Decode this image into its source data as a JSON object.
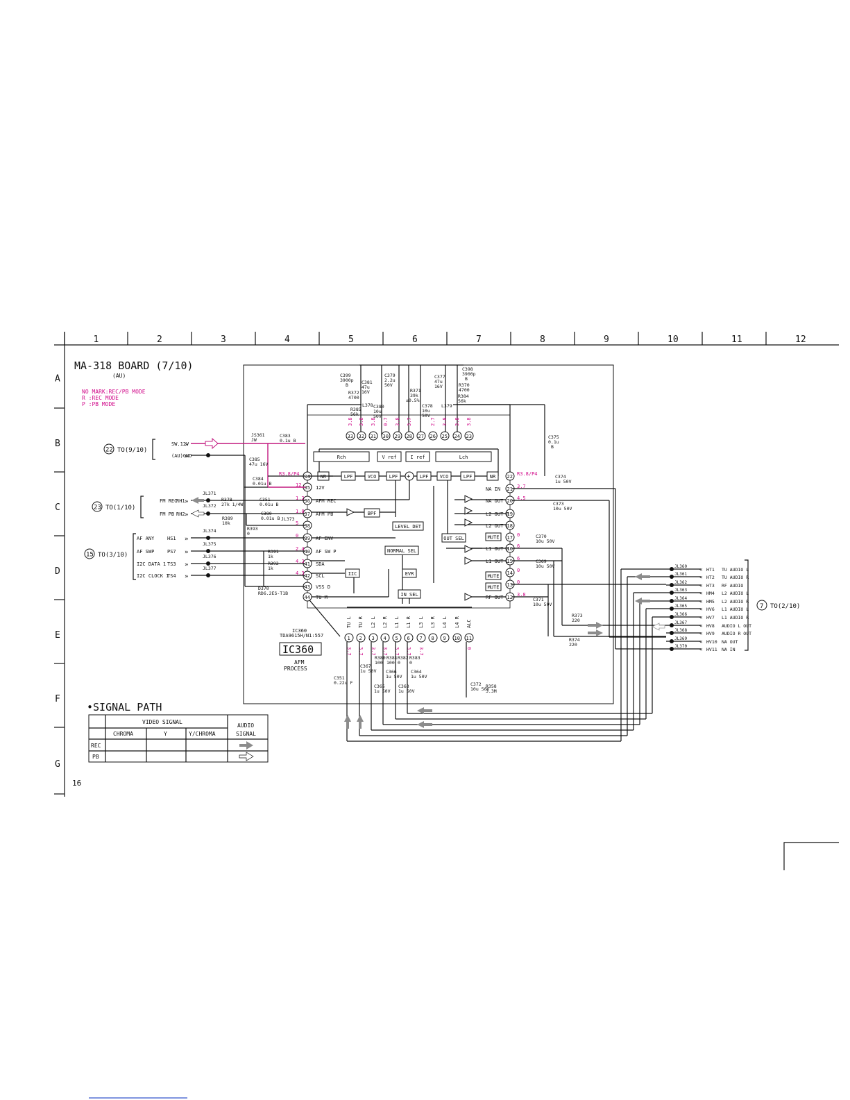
{
  "grid": {
    "columns": [
      "1",
      "2",
      "3",
      "4",
      "5",
      "6",
      "7",
      "8",
      "9",
      "10",
      "11",
      "12"
    ],
    "rows": [
      "A",
      "B",
      "C",
      "D",
      "E",
      "F",
      "G"
    ]
  },
  "title": {
    "board": "MA-318 BOARD (7/10)",
    "variant": "(AU)",
    "page_number": "16"
  },
  "mode_legend": [
    "NO MARK:REC/PB MODE",
    "R  :REC MODE",
    "P  :PB MODE"
  ],
  "ic": {
    "ref": "IC360",
    "part": "TDA9615H/N1:557",
    "label": "IC360",
    "function_line1": "AFM",
    "function_line2": "PROCESS"
  },
  "left_connectors": [
    {
      "target": "TO(9/10)",
      "circle": "22",
      "pins": [
        {
          "signal": "SW.12V",
          "net": ""
        },
        {
          "signal": "(AU)GND",
          "net": ""
        }
      ]
    },
    {
      "target": "TO(1/10)",
      "circle": "23",
      "pins": [
        {
          "signal": "FM REC",
          "net": "RH1"
        },
        {
          "signal": "FM PB",
          "net": "RH2"
        }
      ]
    },
    {
      "target": "TO(3/10)",
      "circle": "15",
      "pins": [
        {
          "signal": "AF ANY",
          "net": "HS1"
        },
        {
          "signal": "AF SWP",
          "net": "PS7"
        },
        {
          "signal": "I2C DATA 1",
          "net": "TS3"
        },
        {
          "signal": "I2C CLOCK 1",
          "net": "TS4"
        }
      ]
    }
  ],
  "right_connector": {
    "target": "TO(2/10)",
    "circle": "7",
    "rows": [
      {
        "jl": "JL360",
        "net": "HT1",
        "signal": "TU AUDIO L"
      },
      {
        "jl": "JL361",
        "net": "HT2",
        "signal": "TU AUDIO R"
      },
      {
        "jl": "JL362",
        "net": "HT3",
        "signal": "RF AUDIO"
      },
      {
        "jl": "JL363",
        "net": "HM4",
        "signal": "L2 AUDIO L"
      },
      {
        "jl": "JL364",
        "net": "HM5",
        "signal": "L2 AUDIO R"
      },
      {
        "jl": "JL365",
        "net": "HV6",
        "signal": "L1 AUDIO L"
      },
      {
        "jl": "JL366",
        "net": "HV7",
        "signal": "L1 AUDIO R"
      },
      {
        "jl": "JL367",
        "net": "HV8",
        "signal": "AUDIO L OUT"
      },
      {
        "jl": "JL368",
        "net": "HV9",
        "signal": "AUDIO R OUT"
      },
      {
        "jl": "JL369",
        "net": "HV10",
        "signal": "NA OUT"
      },
      {
        "jl": "JL370",
        "net": "HV11",
        "signal": "NA IN"
      }
    ]
  },
  "ic_left_pins": [
    {
      "num": "34",
      "name": "",
      "volt": "R3.8/P4"
    },
    {
      "num": "35",
      "name": "12V",
      "volt": "12"
    },
    {
      "num": "36",
      "name": "AFM REC",
      "volt": "1.2"
    },
    {
      "num": "37",
      "name": "AFM PB",
      "volt": "1.8"
    },
    {
      "num": "38",
      "name": "",
      "volt": "5"
    },
    {
      "num": "39",
      "name": "AF ENV",
      "volt": "0"
    },
    {
      "num": "40",
      "name": "AF SW P",
      "volt": "2.4"
    },
    {
      "num": "41",
      "name": "SDA",
      "volt": "4.3"
    },
    {
      "num": "42",
      "name": "SCL",
      "volt": "4.3"
    },
    {
      "num": "43",
      "name": "VSS D",
      "volt": ""
    },
    {
      "num": "44",
      "name": "TU M",
      "volt": ""
    }
  ],
  "ic_right_pins": [
    {
      "num": "22",
      "name": "",
      "volt": "R3.8/P4"
    },
    {
      "num": "21",
      "name": "NA IN",
      "volt": "3.7"
    },
    {
      "num": "20",
      "name": "NA OUT",
      "volt": "4.5"
    },
    {
      "num": "19",
      "name": "L2 OUT R",
      "volt": ""
    },
    {
      "num": "18",
      "name": "L2 OUT L",
      "volt": ""
    },
    {
      "num": "17",
      "name": "",
      "volt": "0"
    },
    {
      "num": "16",
      "name": "L1 OUT R",
      "volt": "6"
    },
    {
      "num": "15",
      "name": "L1 OUT L",
      "volt": "6"
    },
    {
      "num": "14",
      "name": "",
      "volt": "0"
    },
    {
      "num": "13",
      "name": "",
      "volt": "0"
    },
    {
      "num": "12",
      "name": "RF OUT",
      "volt": "3.8"
    }
  ],
  "ic_top_pins": [
    {
      "num": "33",
      "volt": "3.8"
    },
    {
      "num": "32",
      "volt": "3.8"
    },
    {
      "num": "31",
      "volt": "3.8"
    },
    {
      "num": "30",
      "volt": "0.7"
    },
    {
      "num": "29",
      "volt": "3.8"
    },
    {
      "num": "28",
      "volt": "3.7"
    },
    {
      "num": "27",
      "volt": ""
    },
    {
      "num": "26",
      "volt": "2.7"
    },
    {
      "num": "25",
      "volt": "3.8"
    },
    {
      "num": "24",
      "volt": "3.8"
    },
    {
      "num": "23",
      "volt": "3.8"
    }
  ],
  "ic_bottom_pins": [
    {
      "num": "1",
      "name": "TU L",
      "volt": "3.7"
    },
    {
      "num": "2",
      "name": "TU R",
      "volt": "3.7"
    },
    {
      "num": "3",
      "name": "L2 L",
      "volt": "3.7"
    },
    {
      "num": "4",
      "name": "L2 R",
      "volt": "3.7"
    },
    {
      "num": "5",
      "name": "L1 L",
      "volt": "3.7"
    },
    {
      "num": "6",
      "name": "L1 R",
      "volt": "3.7"
    },
    {
      "num": "7",
      "name": "L3 L",
      "volt": "3.7"
    },
    {
      "num": "8",
      "name": "L3 R",
      "volt": ""
    },
    {
      "num": "9",
      "name": "L4 L",
      "volt": ""
    },
    {
      "num": "10",
      "name": "L4 R",
      "volt": ""
    },
    {
      "num": "11",
      "name": "ALC",
      "volt": "0"
    }
  ],
  "internal_blocks": {
    "rch": "Rch",
    "lch": "Lch",
    "vref": "V ref",
    "iref": "I ref",
    "nr": "NR",
    "lpf": "LPF",
    "vco": "VCO",
    "bpf": "BPF",
    "level_det": "LEVEL DET",
    "normal_sel": "NORMAL SEL",
    "out_sel": "OUT SEL",
    "evr": "EVR",
    "in_sel": "IN SEL",
    "iic": "IIC",
    "mute": "MUTE"
  },
  "components_top": [
    {
      "ref": "C399",
      "val": "3900p",
      "extra": "B"
    },
    {
      "ref": "C381",
      "val": "47u",
      "extra": "16V"
    },
    {
      "ref": "C379",
      "val": "2.2u",
      "extra": "50V"
    },
    {
      "ref": "R371",
      "val": "39k",
      "extra": "±0.5%"
    },
    {
      "ref": "C377",
      "val": "47u",
      "extra": "16V"
    },
    {
      "ref": "C398",
      "val": "3900p",
      "extra": "B"
    },
    {
      "ref": "R370",
      "val": "4700",
      "extra": ""
    },
    {
      "ref": "R372",
      "val": "4700",
      "extra": ""
    },
    {
      "ref": "R385",
      "val": "56k",
      "extra": ""
    },
    {
      "ref": "L378",
      "val": "",
      "extra": ""
    },
    {
      "ref": "C380",
      "val": "10u",
      "extra": "50V"
    },
    {
      "ref": "C378",
      "val": "10u",
      "extra": "50V"
    },
    {
      "ref": "R384",
      "val": "56k",
      "extra": ""
    },
    {
      "ref": "L379",
      "val": "",
      "extra": ""
    },
    {
      "ref": "C375",
      "val": "0.1u",
      "extra": "B"
    }
  ],
  "components_left": [
    {
      "ref": "JS361",
      "val": "JW"
    },
    {
      "ref": "C383",
      "val": "0.1u B"
    },
    {
      "ref": "C385",
      "val": "47u 16V"
    },
    {
      "ref": "C384",
      "val": "0.01u B"
    },
    {
      "ref": "JL371",
      "val": ""
    },
    {
      "ref": "JL372",
      "val": ""
    },
    {
      "ref": "R378",
      "val": "27k 1/4W"
    },
    {
      "ref": "R389",
      "val": "10k"
    },
    {
      "ref": "C351",
      "val": "0.01u B"
    },
    {
      "ref": "C380",
      "val": "0.01u B"
    },
    {
      "ref": "JL373",
      "val": ""
    },
    {
      "ref": "R393",
      "val": "0"
    },
    {
      "ref": "JL374",
      "val": ""
    },
    {
      "ref": "JL375",
      "val": ""
    },
    {
      "ref": "JL376",
      "val": ""
    },
    {
      "ref": "JL377",
      "val": ""
    },
    {
      "ref": "R391",
      "val": "1k"
    },
    {
      "ref": "R392",
      "val": "1k"
    },
    {
      "ref": "D370",
      "val": "RD6.2ES-T1B"
    }
  ],
  "components_right": [
    {
      "ref": "C374",
      "val": "1u 50V"
    },
    {
      "ref": "C373",
      "val": "10u 50V"
    },
    {
      "ref": "C370",
      "val": "10u 50V"
    },
    {
      "ref": "C369",
      "val": "10u 50V"
    },
    {
      "ref": "C371",
      "val": "10u 50V"
    },
    {
      "ref": "R373",
      "val": "220"
    },
    {
      "ref": "R374",
      "val": "220"
    }
  ],
  "components_bottom": [
    {
      "ref": "C351",
      "val": "0.22u F"
    },
    {
      "ref": "C367",
      "val": "1u 50V"
    },
    {
      "ref": "R380",
      "val": "100"
    },
    {
      "ref": "R381",
      "val": "100"
    },
    {
      "ref": "R382",
      "val": "0"
    },
    {
      "ref": "R383",
      "val": "0"
    },
    {
      "ref": "C366",
      "val": "1u 50V"
    },
    {
      "ref": "C364",
      "val": "1u 50V"
    },
    {
      "ref": "C365",
      "val": "1u 50V"
    },
    {
      "ref": "C363",
      "val": "1u 50V"
    },
    {
      "ref": "C372",
      "val": "10u 50V"
    },
    {
      "ref": "R358",
      "val": "3.3M"
    }
  ],
  "signal_path": {
    "title": "•SIGNAL PATH",
    "video_header": "VIDEO SIGNAL",
    "audio_header": "AUDIO SIGNAL",
    "columns": [
      "CHROMA",
      "Y",
      "Y/CHROMA"
    ],
    "rows": [
      "REC",
      "PB"
    ]
  },
  "colors": {
    "ink": "#111111",
    "annotation": "#d10a8a",
    "arrow": "#8c8c8c"
  }
}
